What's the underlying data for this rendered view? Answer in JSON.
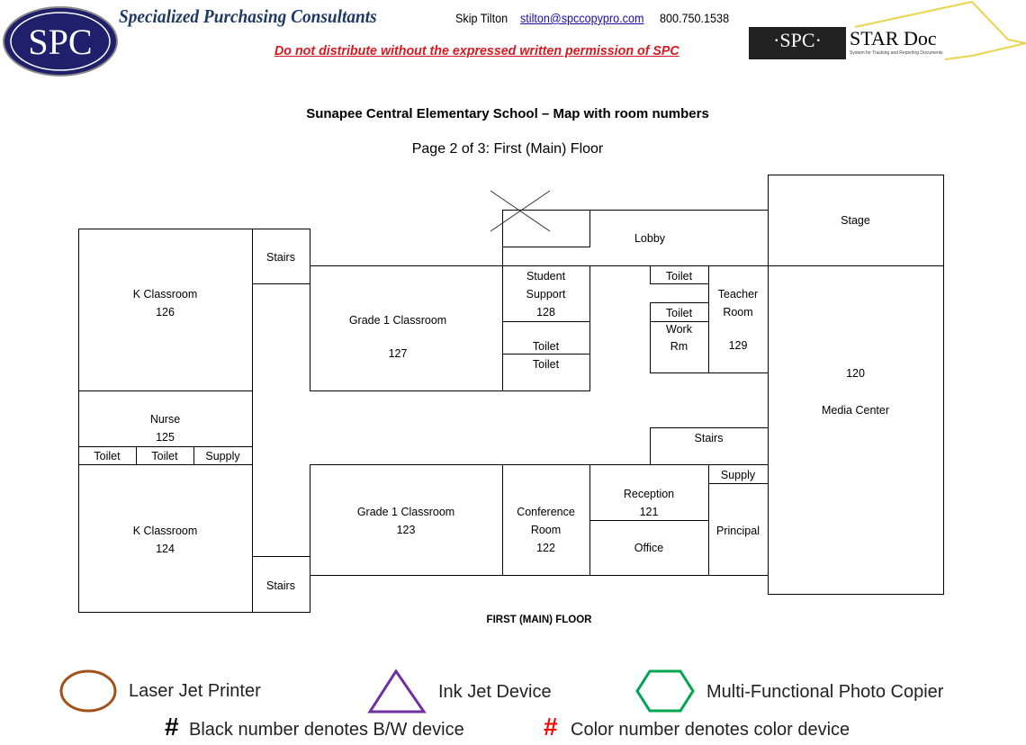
{
  "header": {
    "logo_text": "SPC",
    "company": "Specialized Purchasing Consultants",
    "contact_name": "Skip Tilton",
    "email": "stilton@spccopypro.com",
    "phone": "800.750.1538",
    "warning": "Do not distribute without the expressed written permission of SPC",
    "star_logo_left": "·SPC·",
    "star_logo_right": "STAR Doc",
    "star_logo_tagline": "System for Tracking and Reporting Documents"
  },
  "title": "Sunapee Central Elementary School – Map with room numbers",
  "subtitle": "Page 2 of 3:  First (Main) Floor",
  "floor_label": "FIRST (MAIN) FLOOR",
  "rooms": {
    "k126": [
      "K Classroom",
      "126"
    ],
    "stairs_top": [
      "Stairs"
    ],
    "nurse": [
      "Nurse",
      "125"
    ],
    "toilet_a": [
      "Toilet"
    ],
    "toilet_b": [
      "Toilet"
    ],
    "supply_left": [
      "Supply"
    ],
    "k124": [
      "K Classroom",
      "124"
    ],
    "stairs_bottom": [
      "Stairs"
    ],
    "g127": [
      "Grade 1 Classroom",
      "127"
    ],
    "student_support": [
      "Student",
      "Support",
      "128"
    ],
    "toilet_c": [
      "Toilet"
    ],
    "toilet_d": [
      "Toilet"
    ],
    "lobby": [
      "Lobby"
    ],
    "toilet_e": [
      "Toilet"
    ],
    "toilet_f": [
      "Toilet"
    ],
    "work_rm": [
      "Work",
      "Rm"
    ],
    "teacher_room": [
      "Teacher",
      "Room",
      "129"
    ],
    "stage": [
      "Stage"
    ],
    "media_center": [
      "120",
      "Media Center"
    ],
    "stairs_right": [
      "Stairs"
    ],
    "g123": [
      "Grade 1 Classroom",
      "123"
    ],
    "conference": [
      "Conference",
      "Room",
      "122"
    ],
    "reception": [
      "Reception",
      "121"
    ],
    "office": [
      "Office"
    ],
    "supply_right": [
      "Supply"
    ],
    "principal": [
      "Principal"
    ]
  },
  "legend": {
    "laser": "Laser Jet Printer",
    "inkjet": "Ink Jet Device",
    "mfp": "Multi-Functional Photo Copier",
    "bw_symbol": "#",
    "bw_note": "Black number denotes B/W device",
    "color_symbol": "#",
    "color_note": "Color number denotes color device",
    "colors": {
      "laser": "#a0521a",
      "inkjet": "#7030a0",
      "mfp": "#00a550",
      "color_num": "#ff0000"
    }
  }
}
